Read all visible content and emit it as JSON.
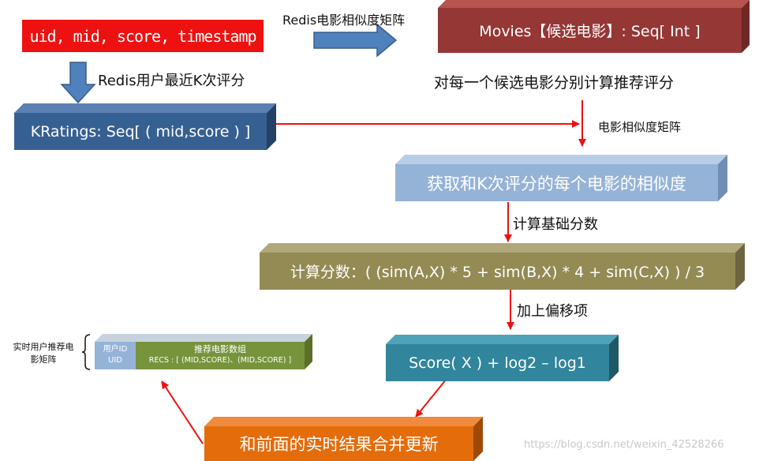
{
  "boxes": {
    "input_fields": "uid, mid, score, timestamp",
    "candidates": "Movies【候选电影】: Seq[ Int ]",
    "kratings": "KRatings: Seq[ ( mid,score ) ]",
    "similarity": "获取和K次评分的每个电影的相似度",
    "compute": "计算分数：( (sim(A,X) * 5 + sim(B,X) * 4 + sim(C,X) ) / 3",
    "score": "Score( X ) + log2 – log1",
    "merge": "和前面的实时结果合并更新"
  },
  "labels": {
    "redis_sim_top": "Redis电影相似度矩阵",
    "redis_recent": "Redis用户最近K次评分",
    "per_candidate": "对每一个候选电影分别计算推荐评分",
    "sim_matrix": "电影相似度矩阵",
    "base_score": "计算基础分数",
    "add_offset": "加上偏移项"
  },
  "matrix": {
    "side_label": "实时用户推荐电影矩阵",
    "uid_header": "用户ID",
    "uid_value": "UID",
    "recs_header": "推荐电影数组",
    "recs_value": "RECS : [ (MID,SCORE)、(MID,SCORE) ]"
  },
  "watermark": "https://blog.csdn.net/weixin_42528266",
  "colors": {
    "red": "#ee1111",
    "dark_red": "#953735",
    "blue": "#376092",
    "light_blue": "#95b3d7",
    "olive": "#948a54",
    "teal": "#31859c",
    "orange": "#e46c0a",
    "green": "#77933c"
  }
}
